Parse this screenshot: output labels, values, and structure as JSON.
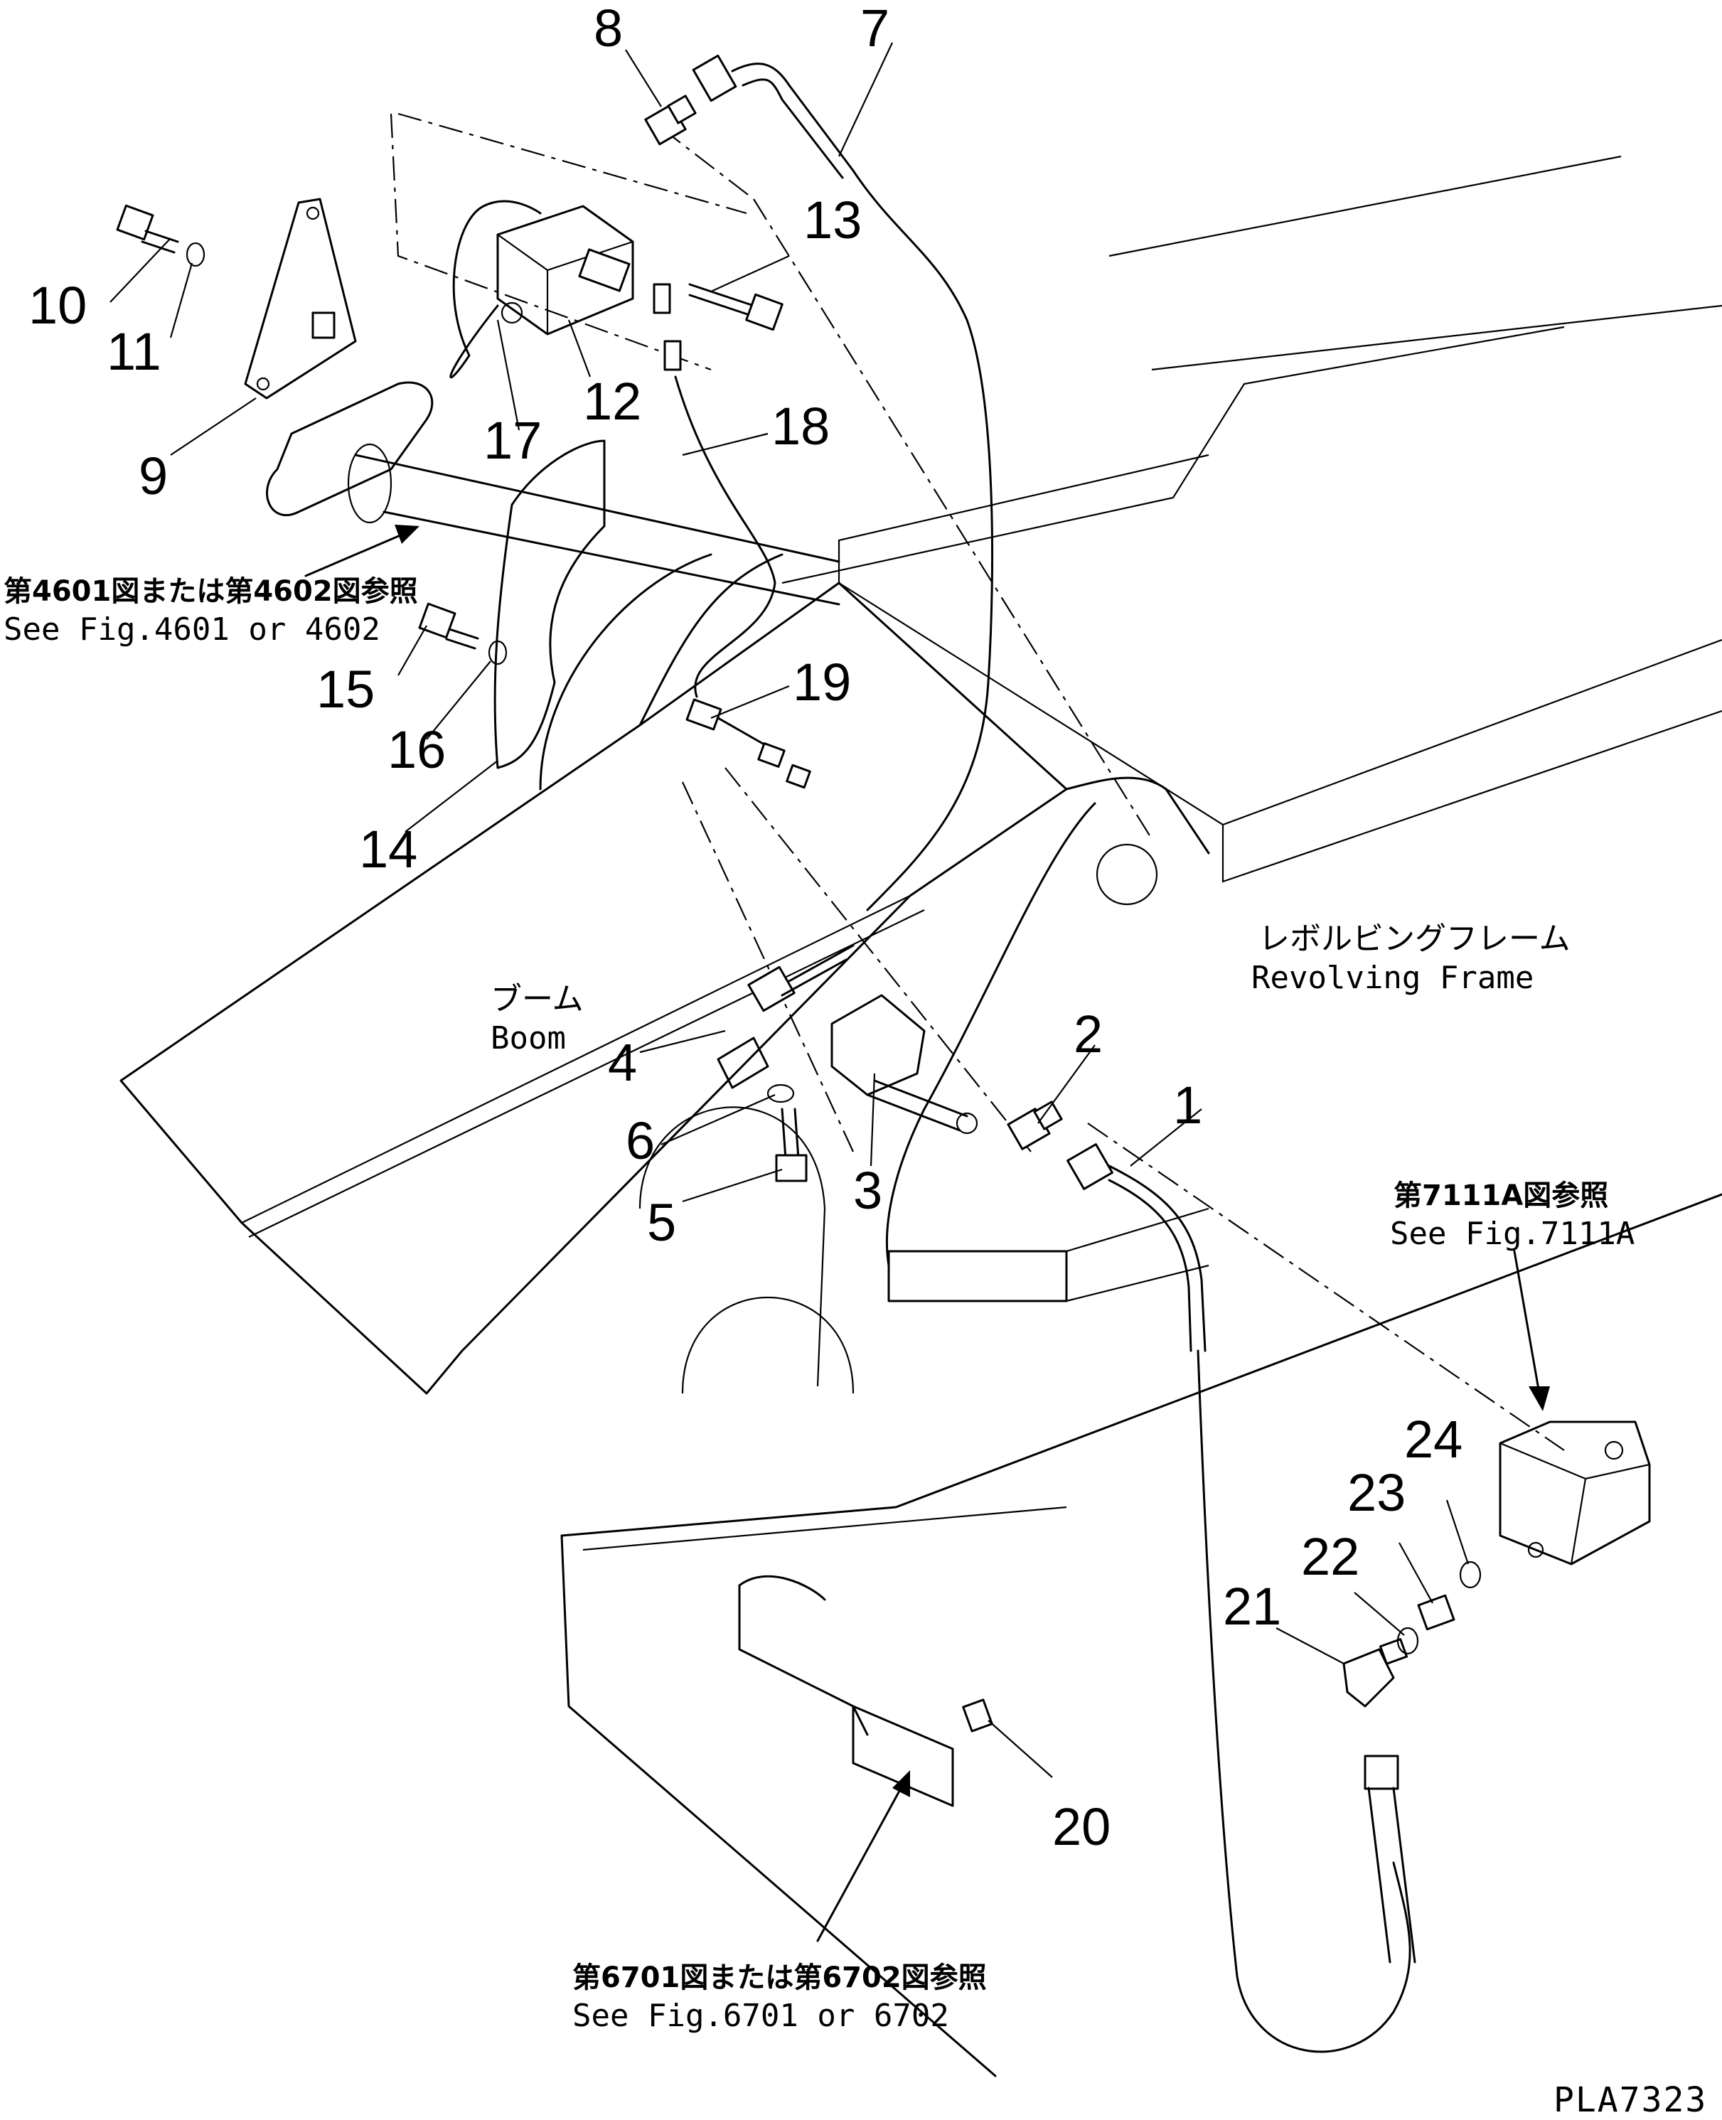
{
  "parts": [
    {
      "number": "1"
    },
    {
      "number": "2"
    },
    {
      "number": "3"
    },
    {
      "number": "4"
    },
    {
      "number": "5"
    },
    {
      "number": "6"
    },
    {
      "number": "7"
    },
    {
      "number": "8"
    },
    {
      "number": "9"
    },
    {
      "number": "10"
    },
    {
      "number": "11"
    },
    {
      "number": "12"
    },
    {
      "number": "13"
    },
    {
      "number": "14"
    },
    {
      "number": "15"
    },
    {
      "number": "16"
    },
    {
      "number": "17"
    },
    {
      "number": "18"
    },
    {
      "number": "19"
    },
    {
      "number": "20"
    },
    {
      "number": "21"
    },
    {
      "number": "22"
    },
    {
      "number": "23"
    },
    {
      "number": "24"
    }
  ],
  "labels": {
    "revolving_frame_jp": "レボルビングフレーム",
    "revolving_frame_en": "Revolving Frame",
    "boom_jp": "ブーム",
    "boom_en": "Boom"
  },
  "references": {
    "ref_4601_jp": "第4601図または第4602図参照",
    "ref_4601_en": "See Fig.4601 or 4602",
    "ref_7111_jp": "第7111A図参照",
    "ref_7111_en": "See Fig.7111A",
    "ref_6701_jp": "第6701図または第6702図参照",
    "ref_6701_en": "See Fig.6701 or 6702"
  },
  "drawing_code": "PLA7323"
}
